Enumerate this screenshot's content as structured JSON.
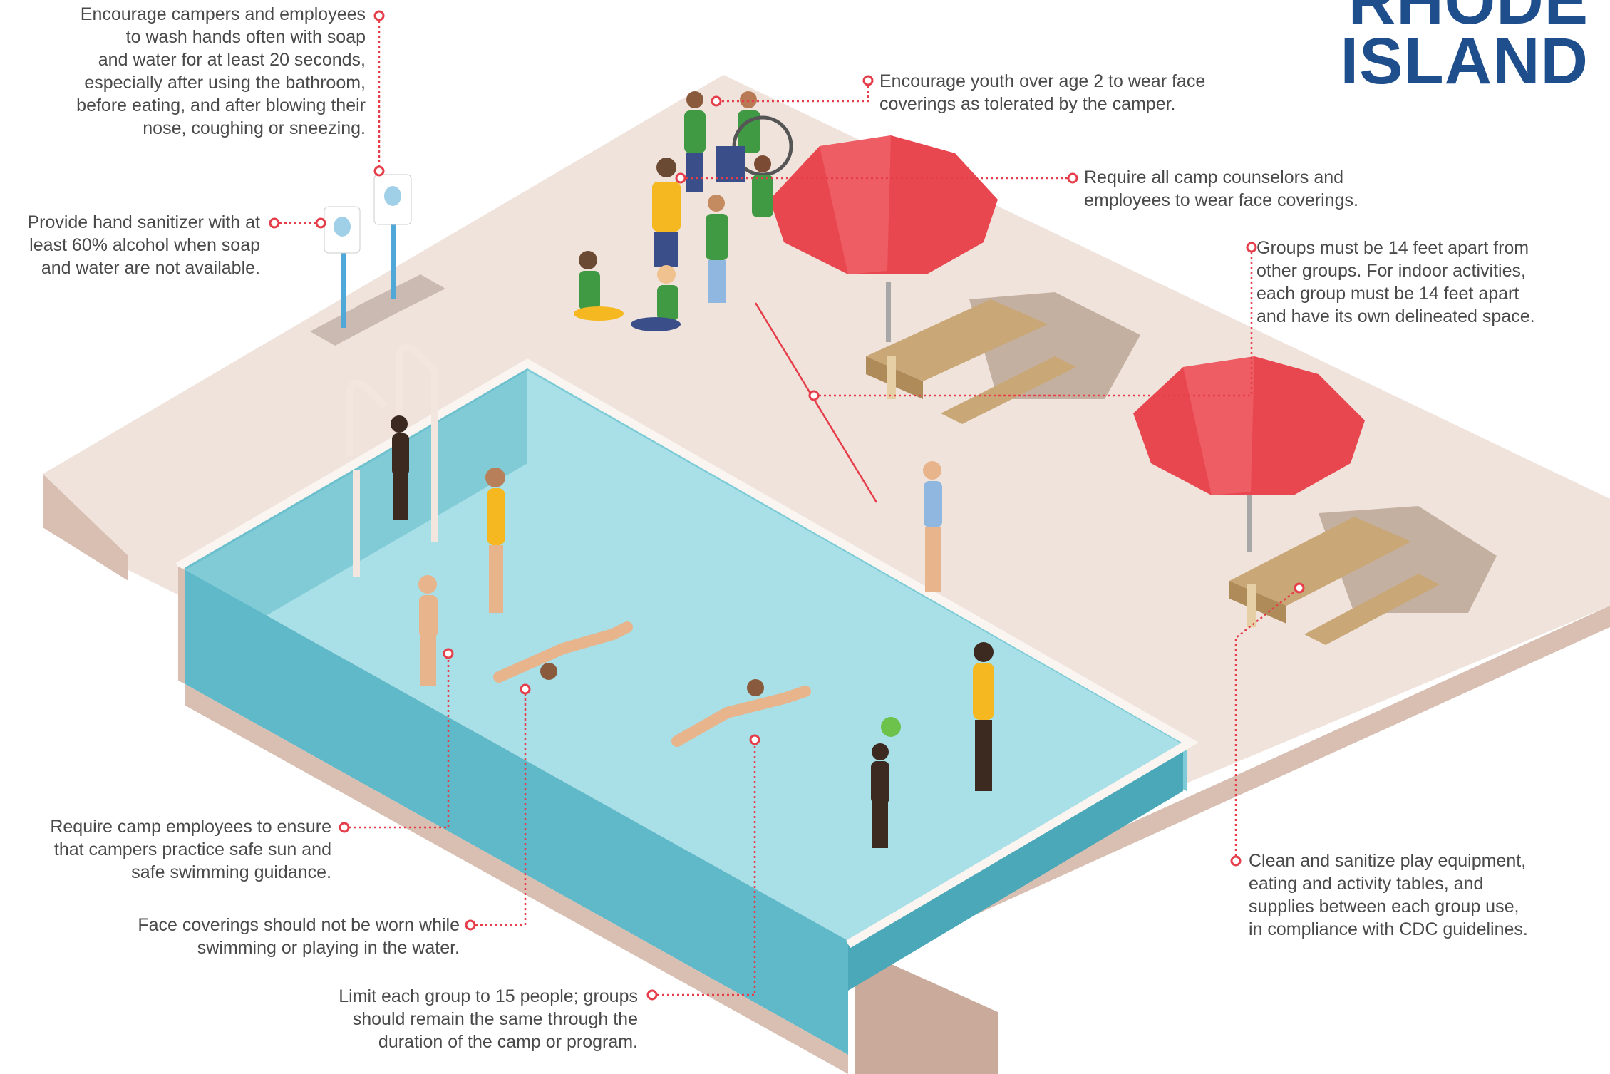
{
  "brand": {
    "line1": "RHODE",
    "line2": "ISLAND",
    "color": "#1f4e8c"
  },
  "colors": {
    "deck": "#efe3dc",
    "deck_side": "#d8bfb2",
    "water": "#8fd3df",
    "water_deep": "#5fb9c9",
    "umbrella": "#e9474f",
    "table": "#c9a776",
    "callout": "#e53e4a"
  },
  "notes": {
    "handwash": [
      "Encourage campers and employees",
      "to wash hands often with soap",
      "and water for at least 20 seconds,",
      "especially after using the bathroom,",
      "before eating, and after blowing their",
      "nose, coughing or sneezing."
    ],
    "sanitizer": [
      "Provide hand sanitizer with at",
      "least 60% alcohol when soap",
      "and water are not available."
    ],
    "youth_masks": [
      "Encourage youth over age 2 to wear face",
      "coverings as tolerated by the camper."
    ],
    "staff_masks": [
      "Require all camp counselors and",
      "employees to wear face coverings."
    ],
    "groups_apart": [
      "Groups must be 14 feet apart from",
      "other groups. For indoor activities,",
      "each group must be 14 feet apart",
      "and have its own delineated space."
    ],
    "sun_safety": [
      "Require camp employees to ensure",
      "that campers practice safe sun and",
      "safe swimming guidance."
    ],
    "no_masks_swim": [
      "Face coverings should not be worn while",
      "swimming or playing in the water."
    ],
    "group_size": [
      "Limit each group to 15 people; groups",
      "should remain the same through the",
      "duration of the camp or program."
    ],
    "clean": [
      "Clean and sanitize play equipment,",
      "eating and activity tables, and",
      "supplies between each group use,",
      "in compliance with CDC guidelines."
    ]
  }
}
